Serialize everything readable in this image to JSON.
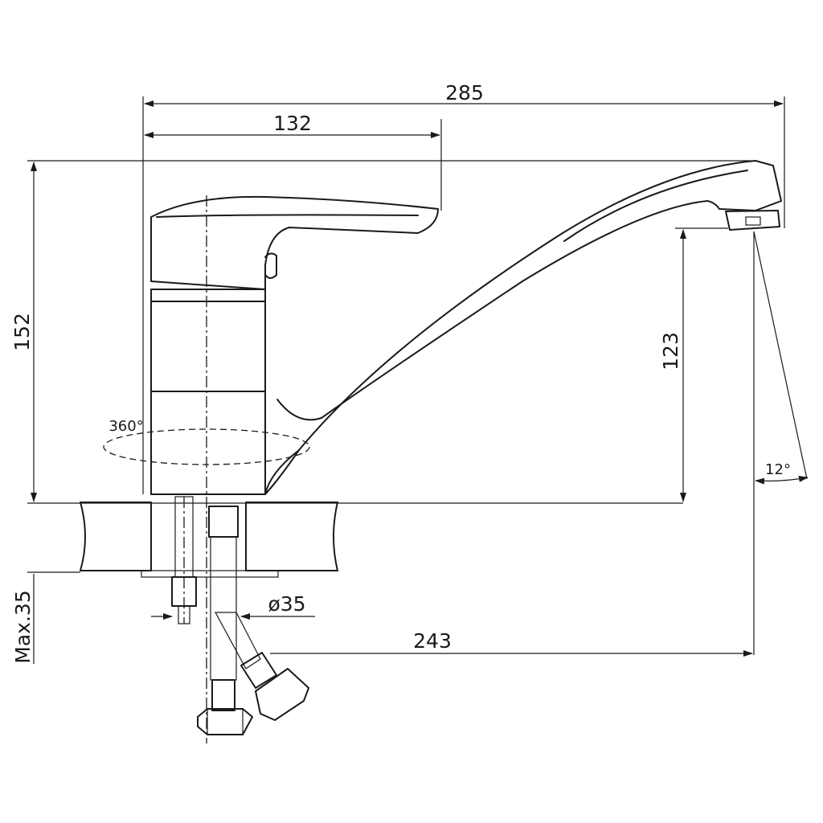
{
  "dimensions": {
    "overall_length": "285",
    "handle_reach": "132",
    "overall_height": "152",
    "spout_height": "123",
    "swivel_angle": "360°",
    "tilt_angle": "12°",
    "hole_diameter": "ø35",
    "spout_reach": "243",
    "max_counter_thickness": "Max.35"
  }
}
